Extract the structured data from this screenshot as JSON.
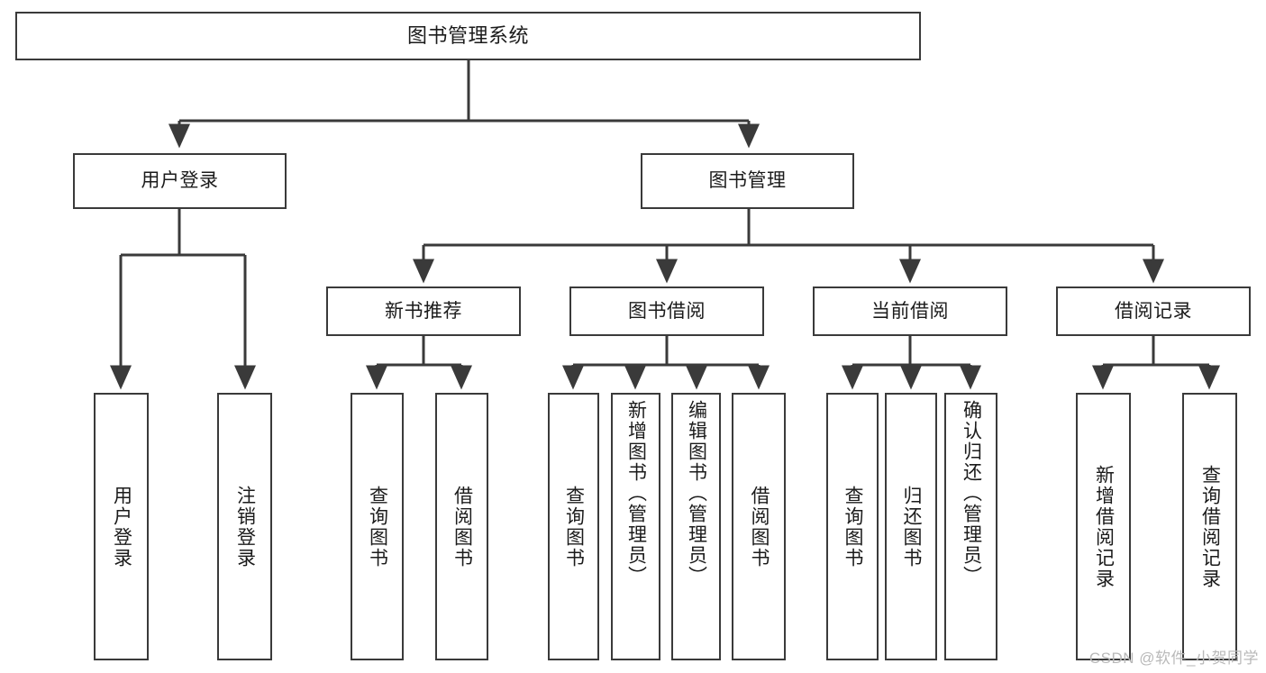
{
  "diagram": {
    "title": "图书管理系统",
    "type": "tree-hierarchy",
    "watermark": "CSDN @软件_小贺同学",
    "colors": {
      "stroke": "#3a3a3a",
      "fill": "#ffffff",
      "text": "#1b1b1b",
      "watermark": "#b9b9b9"
    },
    "levels": {
      "root": {
        "id": "root",
        "label": "图书管理系统"
      },
      "level2": [
        {
          "id": "user-login",
          "label": "用户登录"
        },
        {
          "id": "book-management",
          "label": "图书管理"
        }
      ],
      "level3": [
        {
          "id": "new-book-recommend",
          "label": "新书推荐",
          "parent": "book-management"
        },
        {
          "id": "book-borrow",
          "label": "图书借阅",
          "parent": "book-management"
        },
        {
          "id": "current-borrow",
          "label": "当前借阅",
          "parent": "book-management"
        },
        {
          "id": "borrow-record",
          "label": "借阅记录",
          "parent": "book-management"
        }
      ],
      "leaves": [
        {
          "id": "leaf-user-login",
          "label": "用户登录",
          "parent": "user-login"
        },
        {
          "id": "leaf-logout-login",
          "label": "注销登录",
          "parent": "user-login"
        },
        {
          "id": "leaf-query-book-1",
          "label": "查询图书",
          "parent": "new-book-recommend"
        },
        {
          "id": "leaf-borrow-book-1",
          "label": "借阅图书",
          "parent": "new-book-recommend"
        },
        {
          "id": "leaf-query-book-2",
          "label": "查询图书",
          "parent": "book-borrow"
        },
        {
          "id": "leaf-add-book",
          "label": "新增图书（管理员）",
          "parent": "book-borrow"
        },
        {
          "id": "leaf-edit-book",
          "label": "编辑图书（管理员）",
          "parent": "book-borrow"
        },
        {
          "id": "leaf-borrow-book-2",
          "label": "借阅图书",
          "parent": "book-borrow"
        },
        {
          "id": "leaf-query-book-3",
          "label": "查询图书",
          "parent": "current-borrow"
        },
        {
          "id": "leaf-return-book",
          "label": "归还图书",
          "parent": "current-borrow"
        },
        {
          "id": "leaf-confirm-return",
          "label": "确认归还（管理员）",
          "parent": "current-borrow"
        },
        {
          "id": "leaf-add-record",
          "label": "新增借阅记录",
          "parent": "borrow-record"
        },
        {
          "id": "leaf-query-record",
          "label": "查询借阅记录",
          "parent": "borrow-record"
        }
      ]
    }
  }
}
